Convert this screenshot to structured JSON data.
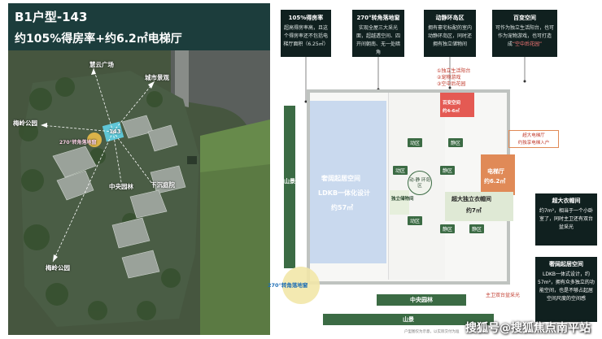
{
  "header": {
    "title": "B1户型-143",
    "subtitle": "约105%得房率+约6.2㎡电梯厅"
  },
  "map": {
    "labels": {
      "square": "慧云广场",
      "city_view": "城市景观",
      "plum_park": "梅岭公园",
      "central_garden": "中央园林",
      "sunken_court": "下沉庭院",
      "plum_park_2": "梅岭公园",
      "unit": "143",
      "corner": "270°转角落地窗"
    },
    "colors": {
      "accent": "#6ec1e4",
      "building_mark": "#5fc6d6"
    }
  },
  "features": [
    {
      "title": "105%得房率",
      "body": "超高得房率高，且这个得房率还不包括电梯厅面积（6.25㎡）"
    },
    {
      "title": "270°转角落地窗",
      "body": "实现全屋三大采光面，超越透空间、四开间朝南、无一处暗角"
    },
    {
      "title": "动静环岛区",
      "body": "拥有豪宅标配的室内动静环岛区，同时还拥有独立储物间"
    },
    {
      "title": "百变空间",
      "body": "可作为独立生活阳台，也可作为宠物游戏，也可打造成",
      "highlight": "“空中后花园”"
    }
  ],
  "side_boxes": [
    {
      "title": "超大衣帽间",
      "body": "约7m²，相当于一个小卧室了，同时主卫还有双台盆采光"
    },
    {
      "title": "奢阔起居空间",
      "body": "LDKB一体式设计，约57m²，拥有众多独立的功能空间，也是不够占起居空间尺度的空间感"
    }
  ],
  "plan": {
    "landscape_left": "山景",
    "landscape_bottom": "山景",
    "central_garden": "中央园林",
    "living_title": "奢阔起居空间",
    "living_sub": "LDKB一体化设计",
    "living_area": "约57㎡",
    "corner_label": "270°转角落地窗",
    "wardrobe_title": "超大独立衣帽间",
    "wardrobe_area": "约7㎡",
    "elevator_title": "电梯厅",
    "elevator_area": "约6.2㎡",
    "flex_space": "百变空间",
    "flex_area": "约4-6㎡",
    "flex_notes": [
      "①独立生活阳台",
      "②宠物游戏",
      "③空中后花园"
    ],
    "lift_note": "超大电梯厅\n约独享电梯入户",
    "master_note": "主卫双台盆采光",
    "center_label": "动-静 环岛区",
    "storage": "独立储物间",
    "chips": [
      "动区",
      "动区",
      "静区",
      "静区",
      "动区",
      "静区",
      "静区"
    ],
    "footer": "户型图仅为示意，以实际交付为准"
  },
  "watermark": "搜狐号@搜狐焦点南平站"
}
